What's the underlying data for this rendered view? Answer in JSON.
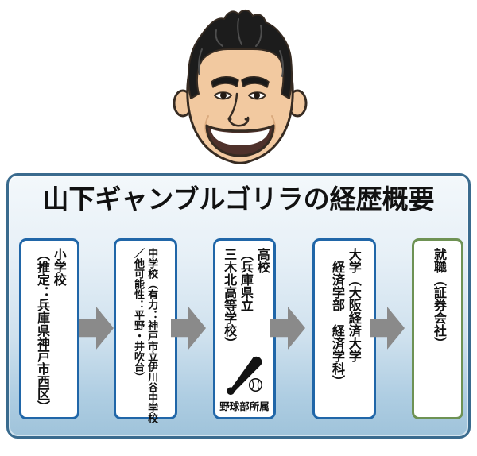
{
  "title": "山下ギャンブルゴリラの経歴概要",
  "avatar": {
    "icon": "smiling-man-face-illustration"
  },
  "icons": {
    "arrow": "right-arrow",
    "baseball": "baseball-bat-and-ball"
  },
  "colors": {
    "panel_border": "#3a6b8e",
    "panel_bg_top": "#f3f8fb",
    "panel_bg_bottom": "#9fc3da",
    "box_border_blue": "#2066a8",
    "box_border_green": "#6e9254",
    "box_bg": "#ffffff",
    "arrow_gray": "#8a8a8a",
    "text": "#111111"
  },
  "steps": [
    {
      "id": "elementary-school",
      "lines": [
        "小学校",
        "（推定：兵庫県神戸市西区）"
      ]
    },
    {
      "id": "junior-high-school",
      "lines": [
        "中学校（有力：神戸市立伊川谷中学校",
        "／他可能性：平野・井吹台）"
      ]
    },
    {
      "id": "high-school",
      "lines": [
        "高校",
        "（兵庫県立",
        "三木北高等学校）"
      ],
      "badge": "野球部所属"
    },
    {
      "id": "university",
      "lines": [
        "大学（大阪経済大学",
        "　経済学部　経済学科）"
      ]
    },
    {
      "id": "employment",
      "lines": [
        "就職（証券会社）"
      ]
    }
  ]
}
